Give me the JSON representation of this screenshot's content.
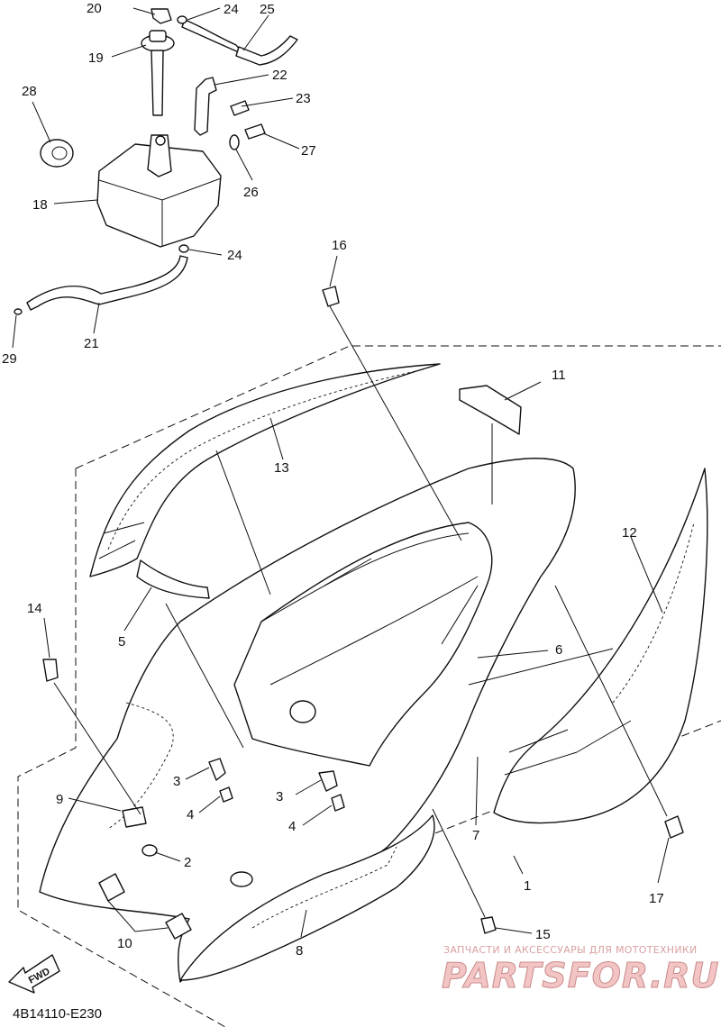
{
  "callouts": [
    {
      "id": "c20",
      "text": "20"
    },
    {
      "id": "c24a",
      "text": "24"
    },
    {
      "id": "c25",
      "text": "25"
    },
    {
      "id": "c19",
      "text": "19"
    },
    {
      "id": "c22",
      "text": "22"
    },
    {
      "id": "c23",
      "text": "23"
    },
    {
      "id": "c28",
      "text": "28"
    },
    {
      "id": "c27",
      "text": "27"
    },
    {
      "id": "c26",
      "text": "26"
    },
    {
      "id": "c18",
      "text": "18"
    },
    {
      "id": "c24b",
      "text": "24"
    },
    {
      "id": "c16",
      "text": "16"
    },
    {
      "id": "c21",
      "text": "21"
    },
    {
      "id": "c29",
      "text": "29"
    },
    {
      "id": "c11",
      "text": "11"
    },
    {
      "id": "c13",
      "text": "13"
    },
    {
      "id": "c12",
      "text": "12"
    },
    {
      "id": "c14",
      "text": "14"
    },
    {
      "id": "c5",
      "text": "5"
    },
    {
      "id": "c6",
      "text": "6"
    },
    {
      "id": "c3a",
      "text": "3"
    },
    {
      "id": "c3b",
      "text": "3"
    },
    {
      "id": "c4a",
      "text": "4"
    },
    {
      "id": "c4b",
      "text": "4"
    },
    {
      "id": "c9",
      "text": "9"
    },
    {
      "id": "c7",
      "text": "7"
    },
    {
      "id": "c2",
      "text": "2"
    },
    {
      "id": "c1",
      "text": "1"
    },
    {
      "id": "c17",
      "text": "17"
    },
    {
      "id": "c10",
      "text": "10"
    },
    {
      "id": "c15",
      "text": "15"
    },
    {
      "id": "c8",
      "text": "8"
    }
  ],
  "fwd_label": "FWD",
  "diagram_code": "4B14110-E230",
  "watermark": {
    "tagline": "ЗАПЧАСТИ И АКСЕССУАРЫ ДЛЯ МОТОТЕХНИКИ",
    "brand": "PARTSFOR.RU"
  },
  "colors": {
    "line": "#111111",
    "watermark_fill": "#f2c4c4",
    "watermark_stroke": "#c98b8b",
    "watermark_text": "#d9a0a0"
  }
}
